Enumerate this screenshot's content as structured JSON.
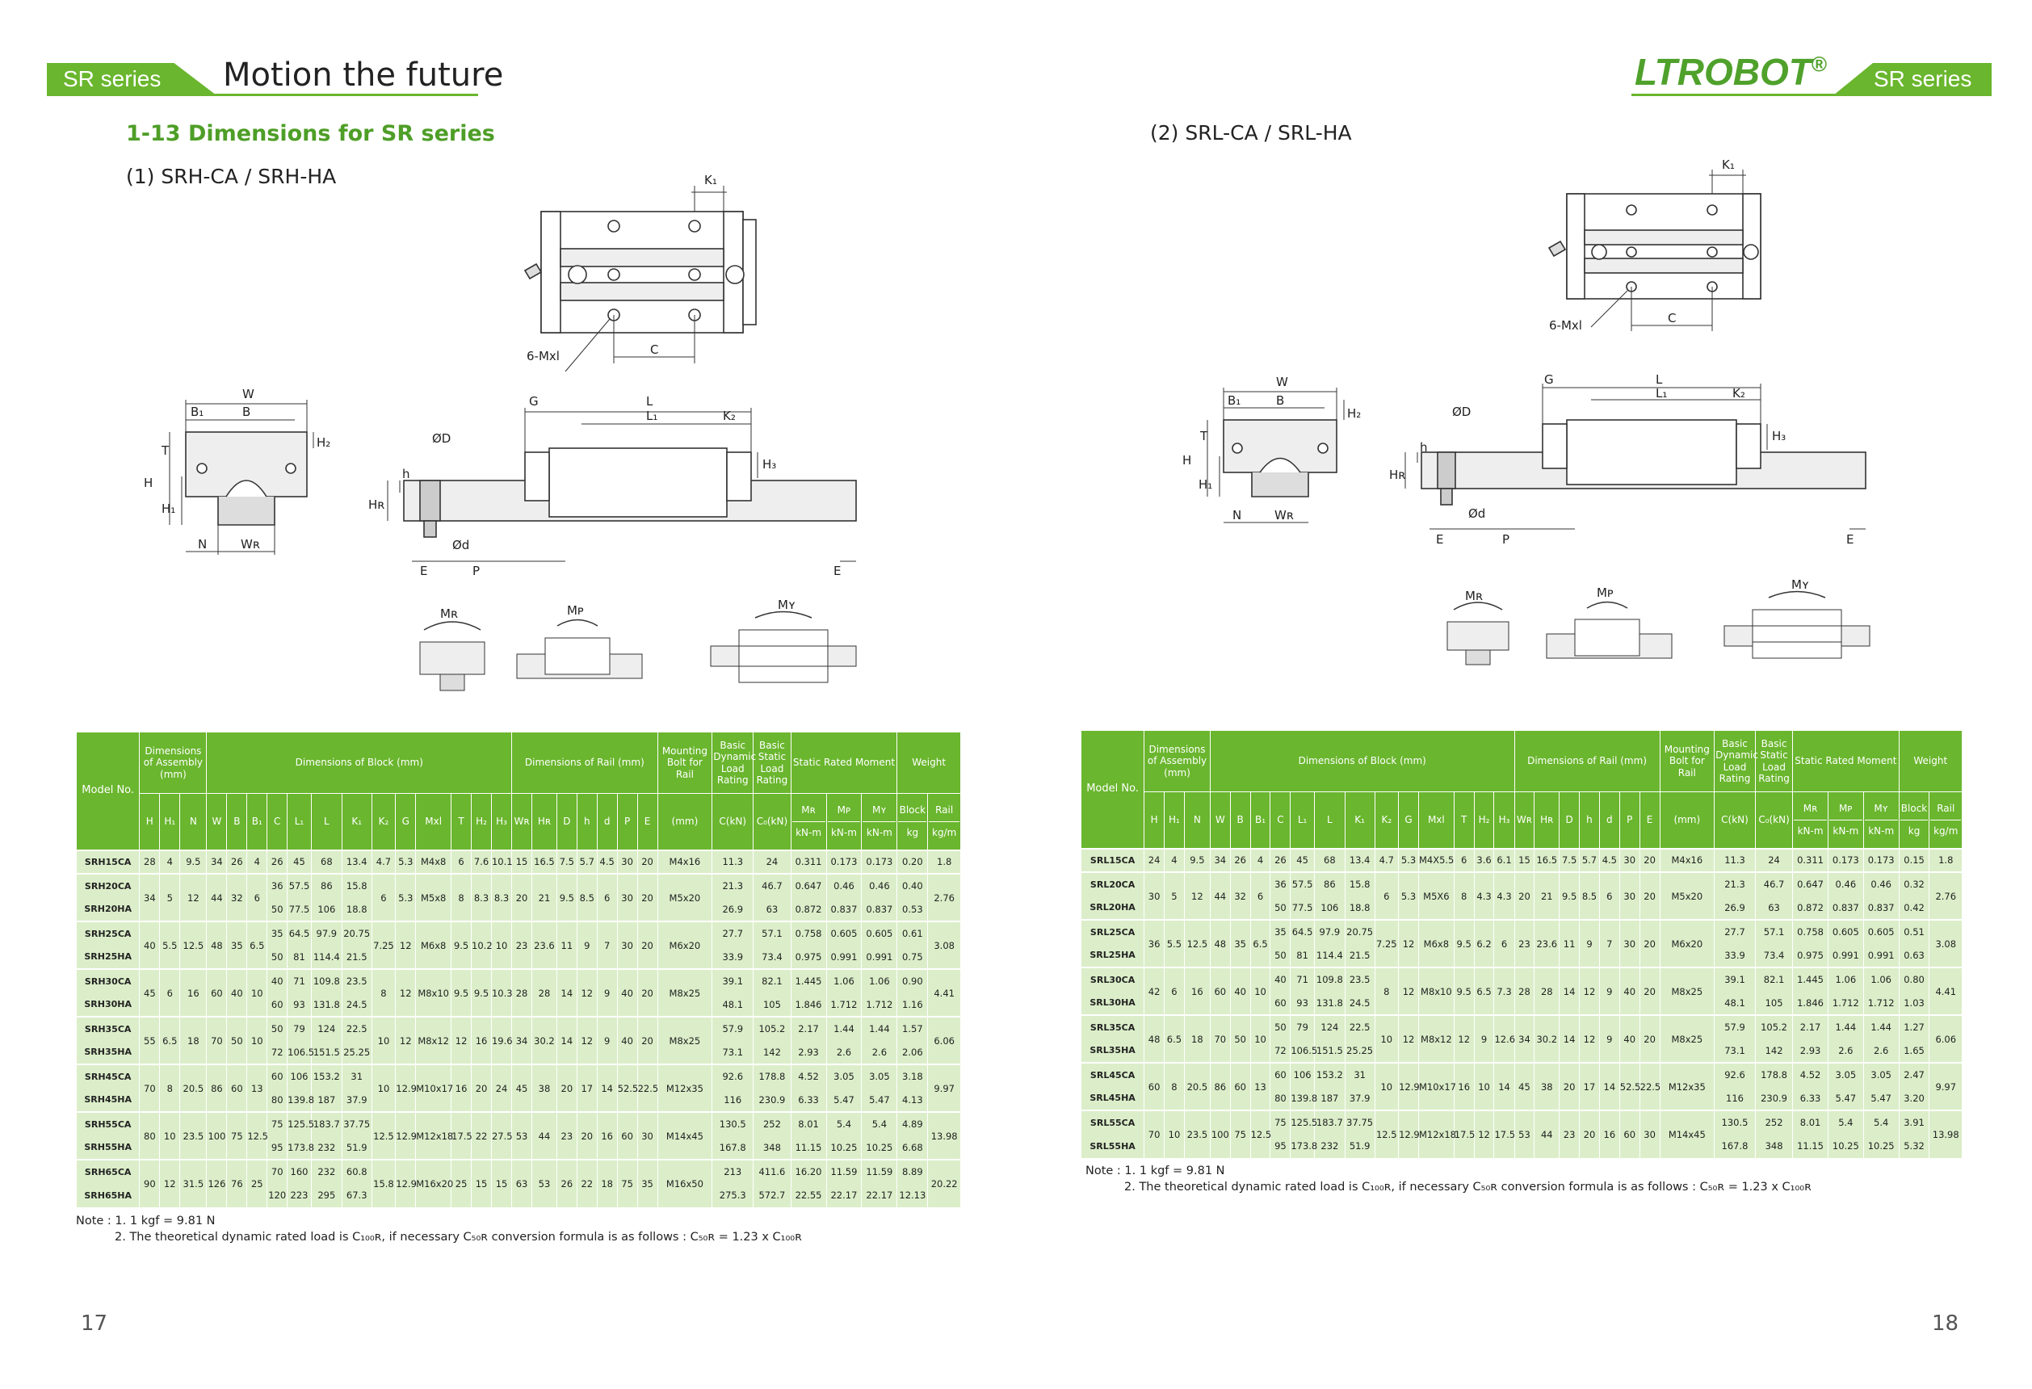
{
  "header": {
    "left_tab": "SR series",
    "left_title": "Motion the future",
    "brand": "LTROBOT",
    "brand_mark": "®",
    "right_tab": "SR series"
  },
  "section_title": "1-13 Dimensions for SR series",
  "left_subtitle": "(1) SRH-CA / SRH-HA",
  "right_subtitle": "(2) SRL-CA / SRL-HA",
  "drawing_labels": {
    "K1": "K₁",
    "C": "C",
    "bolt": "6-Mxl",
    "W": "W",
    "B1": "B₁",
    "B": "B",
    "T": "T",
    "H2": "H₂",
    "H": "H",
    "H1": "H₁",
    "N": "N",
    "WR": "Wʀ",
    "G": "G",
    "L": "L",
    "L1": "L₁",
    "K2": "K₂",
    "H3": "H₃",
    "OD": "ØD",
    "h": "h",
    "HR": "Hʀ",
    "E": "E",
    "d": "Ød",
    "P": "P",
    "MR": "Mʀ",
    "MP": "Mᴘ",
    "MY": "Mʏ"
  },
  "table_headers": {
    "model": "Model No.",
    "assembly": "Dimensions of Assembly (mm)",
    "block": "Dimensions of Block (mm)",
    "rail": "Dimensions of Rail (mm)",
    "bolt": "Mounting Bolt for Rail",
    "dynamic": "Basic Dynamic Load Rating",
    "static": "Basic Static Load Rating",
    "moment": "Static Rated Moment",
    "weight": "Weight",
    "mr": "Mʀ",
    "mp": "Mᴘ",
    "my": "Mʏ",
    "block_w": "Block",
    "rail_w": "Rail",
    "cols": [
      "H",
      "H₁",
      "N",
      "W",
      "B",
      "B₁",
      "C",
      "L₁",
      "L",
      "K₁",
      "K₂",
      "G",
      "Mxl",
      "T",
      "H₂",
      "H₃",
      "Wʀ",
      "Hʀ",
      "D",
      "h",
      "d",
      "P",
      "E",
      "(mm)",
      "C(kN)",
      "C₀(kN)",
      "kN-m",
      "kN-m",
      "kN-m",
      "kg",
      "kg/m"
    ]
  },
  "table_left": [
    {
      "a": [
        "28",
        "4",
        "9.5"
      ],
      "b": [
        "34",
        "26",
        "4",
        "26"
      ],
      "c": [
        "15",
        "16.5",
        "7.5",
        "5.7",
        "4.5",
        "30",
        "20"
      ],
      "bolt": "M4x16",
      "k": [
        "4.7",
        "5.3",
        "M4x8",
        "6",
        "7.6",
        "10.1"
      ],
      "rw": "1.8",
      "rows": [
        [
          "SRH15CA",
          "45",
          "68",
          "13.4",
          "11.3",
          "24",
          "0.311",
          "0.173",
          "0.173",
          "0.20"
        ]
      ]
    },
    {
      "a": [
        "34",
        "5",
        "12"
      ],
      "b": [
        "44",
        "32",
        "6"
      ],
      "c": [
        "20",
        "21",
        "9.5",
        "8.5",
        "6",
        "30",
        "20"
      ],
      "bolt": "M5x20",
      "k": [
        "6",
        "5.3",
        "M5x8",
        "8",
        "8.3",
        "8.3"
      ],
      "rw": "2.76",
      "rows": [
        [
          "SRH20CA",
          "36",
          "57.5",
          "86",
          "15.8",
          "21.3",
          "46.7",
          "0.647",
          "0.46",
          "0.46",
          "0.40"
        ],
        [
          "SRH20HA",
          "50",
          "77.5",
          "106",
          "18.8",
          "26.9",
          "63",
          "0.872",
          "0.837",
          "0.837",
          "0.53"
        ]
      ]
    },
    {
      "a": [
        "40",
        "5.5",
        "12.5"
      ],
      "b": [
        "48",
        "35",
        "6.5"
      ],
      "c": [
        "23",
        "23.6",
        "11",
        "9",
        "7",
        "30",
        "20"
      ],
      "bolt": "M6x20",
      "k": [
        "7.25",
        "12",
        "M6x8",
        "9.5",
        "10.2",
        "10"
      ],
      "rw": "3.08",
      "rows": [
        [
          "SRH25CA",
          "35",
          "64.5",
          "97.9",
          "20.75",
          "27.7",
          "57.1",
          "0.758",
          "0.605",
          "0.605",
          "0.61"
        ],
        [
          "SRH25HA",
          "50",
          "81",
          "114.4",
          "21.5",
          "33.9",
          "73.4",
          "0.975",
          "0.991",
          "0.991",
          "0.75"
        ]
      ]
    },
    {
      "a": [
        "45",
        "6",
        "16"
      ],
      "b": [
        "60",
        "40",
        "10"
      ],
      "c": [
        "28",
        "28",
        "14",
        "12",
        "9",
        "40",
        "20"
      ],
      "bolt": "M8x25",
      "k": [
        "8",
        "12",
        "M8x10",
        "9.5",
        "9.5",
        "10.3"
      ],
      "rw": "4.41",
      "rows": [
        [
          "SRH30CA",
          "40",
          "71",
          "109.8",
          "23.5",
          "39.1",
          "82.1",
          "1.445",
          "1.06",
          "1.06",
          "0.90"
        ],
        [
          "SRH30HA",
          "60",
          "93",
          "131.8",
          "24.5",
          "48.1",
          "105",
          "1.846",
          "1.712",
          "1.712",
          "1.16"
        ]
      ]
    },
    {
      "a": [
        "55",
        "6.5",
        "18"
      ],
      "b": [
        "70",
        "50",
        "10"
      ],
      "c": [
        "34",
        "30.2",
        "14",
        "12",
        "9",
        "40",
        "20"
      ],
      "bolt": "M8x25",
      "k": [
        "10",
        "12",
        "M8x12",
        "12",
        "16",
        "19.6"
      ],
      "rw": "6.06",
      "rows": [
        [
          "SRH35CA",
          "50",
          "79",
          "124",
          "22.5",
          "57.9",
          "105.2",
          "2.17",
          "1.44",
          "1.44",
          "1.57"
        ],
        [
          "SRH35HA",
          "72",
          "106.5",
          "151.5",
          "25.25",
          "73.1",
          "142",
          "2.93",
          "2.6",
          "2.6",
          "2.06"
        ]
      ]
    },
    {
      "a": [
        "70",
        "8",
        "20.5"
      ],
      "b": [
        "86",
        "60",
        "13"
      ],
      "c": [
        "45",
        "38",
        "20",
        "17",
        "14",
        "52.5",
        "22.5"
      ],
      "bolt": "M12x35",
      "k": [
        "10",
        "12.9",
        "M10x17",
        "16",
        "20",
        "24"
      ],
      "rw": "9.97",
      "rows": [
        [
          "SRH45CA",
          "60",
          "106",
          "153.2",
          "31",
          "92.6",
          "178.8",
          "4.52",
          "3.05",
          "3.05",
          "3.18"
        ],
        [
          "SRH45HA",
          "80",
          "139.8",
          "187",
          "37.9",
          "116",
          "230.9",
          "6.33",
          "5.47",
          "5.47",
          "4.13"
        ]
      ]
    },
    {
      "a": [
        "80",
        "10",
        "23.5"
      ],
      "b": [
        "100",
        "75",
        "12.5"
      ],
      "c": [
        "53",
        "44",
        "23",
        "20",
        "16",
        "60",
        "30"
      ],
      "bolt": "M14x45",
      "k": [
        "12.5",
        "12.9",
        "M12x18",
        "17.5",
        "22",
        "27.5"
      ],
      "rw": "13.98",
      "rows": [
        [
          "SRH55CA",
          "75",
          "125.5",
          "183.7",
          "37.75",
          "130.5",
          "252",
          "8.01",
          "5.4",
          "5.4",
          "4.89"
        ],
        [
          "SRH55HA",
          "95",
          "173.8",
          "232",
          "51.9",
          "167.8",
          "348",
          "11.15",
          "10.25",
          "10.25",
          "6.68"
        ]
      ]
    },
    {
      "a": [
        "90",
        "12",
        "31.5"
      ],
      "b": [
        "126",
        "76",
        "25"
      ],
      "c": [
        "63",
        "53",
        "26",
        "22",
        "18",
        "75",
        "35"
      ],
      "bolt": "M16x50",
      "k": [
        "15.8",
        "12.9",
        "M16x20",
        "25",
        "15",
        "15"
      ],
      "rw": "20.22",
      "rows": [
        [
          "SRH65CA",
          "70",
          "160",
          "232",
          "60.8",
          "213",
          "411.6",
          "16.20",
          "11.59",
          "11.59",
          "8.89"
        ],
        [
          "SRH65HA",
          "120",
          "223",
          "295",
          "67.3",
          "275.3",
          "572.7",
          "22.55",
          "22.17",
          "22.17",
          "12.13"
        ]
      ]
    }
  ],
  "table_right": [
    {
      "a": [
        "24",
        "4",
        "9.5"
      ],
      "b": [
        "34",
        "26",
        "4",
        "26"
      ],
      "c": [
        "15",
        "16.5",
        "7.5",
        "5.7",
        "4.5",
        "30",
        "20"
      ],
      "bolt": "M4x16",
      "k": [
        "4.7",
        "5.3",
        "M4X5.5",
        "6",
        "3.6",
        "6.1"
      ],
      "rw": "1.8",
      "rows": [
        [
          "SRL15CA",
          "45",
          "68",
          "13.4",
          "11.3",
          "24",
          "0.311",
          "0.173",
          "0.173",
          "0.15"
        ]
      ]
    },
    {
      "a": [
        "30",
        "5",
        "12"
      ],
      "b": [
        "44",
        "32",
        "6"
      ],
      "c": [
        "20",
        "21",
        "9.5",
        "8.5",
        "6",
        "30",
        "20"
      ],
      "bolt": "M5x20",
      "k": [
        "6",
        "5.3",
        "M5X6",
        "8",
        "4.3",
        "4.3"
      ],
      "rw": "2.76",
      "rows": [
        [
          "SRL20CA",
          "36",
          "57.5",
          "86",
          "15.8",
          "21.3",
          "46.7",
          "0.647",
          "0.46",
          "0.46",
          "0.32"
        ],
        [
          "SRL20HA",
          "50",
          "77.5",
          "106",
          "18.8",
          "26.9",
          "63",
          "0.872",
          "0.837",
          "0.837",
          "0.42"
        ]
      ]
    },
    {
      "a": [
        "36",
        "5.5",
        "12.5"
      ],
      "b": [
        "48",
        "35",
        "6.5"
      ],
      "c": [
        "23",
        "23.6",
        "11",
        "9",
        "7",
        "30",
        "20"
      ],
      "bolt": "M6x20",
      "k": [
        "7.25",
        "12",
        "M6x8",
        "9.5",
        "6.2",
        "6"
      ],
      "rw": "3.08",
      "rows": [
        [
          "SRL25CA",
          "35",
          "64.5",
          "97.9",
          "20.75",
          "27.7",
          "57.1",
          "0.758",
          "0.605",
          "0.605",
          "0.51"
        ],
        [
          "SRL25HA",
          "50",
          "81",
          "114.4",
          "21.5",
          "33.9",
          "73.4",
          "0.975",
          "0.991",
          "0.991",
          "0.63"
        ]
      ]
    },
    {
      "a": [
        "42",
        "6",
        "16"
      ],
      "b": [
        "60",
        "40",
        "10"
      ],
      "c": [
        "28",
        "28",
        "14",
        "12",
        "9",
        "40",
        "20"
      ],
      "bolt": "M8x25",
      "k": [
        "8",
        "12",
        "M8x10",
        "9.5",
        "6.5",
        "7.3"
      ],
      "rw": "4.41",
      "rows": [
        [
          "SRL30CA",
          "40",
          "71",
          "109.8",
          "23.5",
          "39.1",
          "82.1",
          "1.445",
          "1.06",
          "1.06",
          "0.80"
        ],
        [
          "SRL30HA",
          "60",
          "93",
          "131.8",
          "24.5",
          "48.1",
          "105",
          "1.846",
          "1.712",
          "1.712",
          "1.03"
        ]
      ]
    },
    {
      "a": [
        "48",
        "6.5",
        "18"
      ],
      "b": [
        "70",
        "50",
        "10"
      ],
      "c": [
        "34",
        "30.2",
        "14",
        "12",
        "9",
        "40",
        "20"
      ],
      "bolt": "M8x25",
      "k": [
        "10",
        "12",
        "M8x12",
        "12",
        "9",
        "12.6"
      ],
      "rw": "6.06",
      "rows": [
        [
          "SRL35CA",
          "50",
          "79",
          "124",
          "22.5",
          "57.9",
          "105.2",
          "2.17",
          "1.44",
          "1.44",
          "1.27"
        ],
        [
          "SRL35HA",
          "72",
          "106.5",
          "151.5",
          "25.25",
          "73.1",
          "142",
          "2.93",
          "2.6",
          "2.6",
          "1.65"
        ]
      ]
    },
    {
      "a": [
        "60",
        "8",
        "20.5"
      ],
      "b": [
        "86",
        "60",
        "13"
      ],
      "c": [
        "45",
        "38",
        "20",
        "17",
        "14",
        "52.5",
        "22.5"
      ],
      "bolt": "M12x35",
      "k": [
        "10",
        "12.9",
        "M10x17",
        "16",
        "10",
        "14"
      ],
      "rw": "9.97",
      "rows": [
        [
          "SRL45CA",
          "60",
          "106",
          "153.2",
          "31",
          "92.6",
          "178.8",
          "4.52",
          "3.05",
          "3.05",
          "2.47"
        ],
        [
          "SRL45HA",
          "80",
          "139.8",
          "187",
          "37.9",
          "116",
          "230.9",
          "6.33",
          "5.47",
          "5.47",
          "3.20"
        ]
      ]
    },
    {
      "a": [
        "70",
        "10",
        "23.5"
      ],
      "b": [
        "100",
        "75",
        "12.5"
      ],
      "c": [
        "53",
        "44",
        "23",
        "20",
        "16",
        "60",
        "30"
      ],
      "bolt": "M14x45",
      "k": [
        "12.5",
        "12.9",
        "M12x18",
        "17.5",
        "12",
        "17.5"
      ],
      "rw": "13.98",
      "rows": [
        [
          "SRL55CA",
          "75",
          "125.5",
          "183.7",
          "37.75",
          "130.5",
          "252",
          "8.01",
          "5.4",
          "5.4",
          "3.91"
        ],
        [
          "SRL55HA",
          "95",
          "173.8",
          "232",
          "51.9",
          "167.8",
          "348",
          "11.15",
          "10.25",
          "10.25",
          "5.32"
        ]
      ]
    }
  ],
  "note_left": [
    "Note : 1. 1 kgf = 9.81 N",
    "2. The theoretical dynamic rated load is C₁₀₀ʀ, if necessary C₅₀ʀ conversion formula is as follows : C₅₀ʀ = 1.23 x C₁₀₀ʀ"
  ],
  "note_right": [
    "Note : 1. 1 kgf = 9.81 N",
    "2. The theoretical dynamic rated load is C₁₀₀ʀ, if necessary C₅₀ʀ conversion formula is as follows : C₅₀ʀ = 1.23 x C₁₀₀ʀ"
  ],
  "page_left": "17",
  "page_right": "18"
}
